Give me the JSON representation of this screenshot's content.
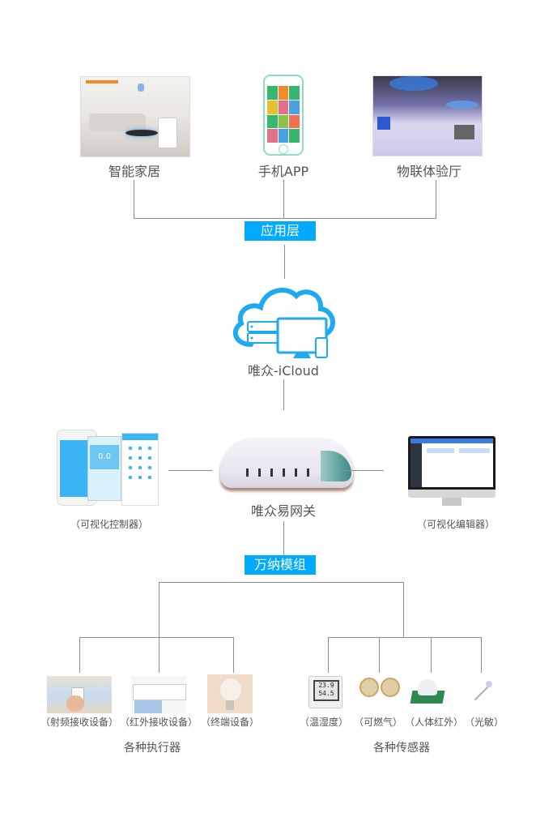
{
  "colors": {
    "accent": "#00aaff",
    "line": "#8c8c8c",
    "text": "#555555"
  },
  "top_layer": {
    "items": [
      {
        "label": "智能家居",
        "icon": "smart-home-photo"
      },
      {
        "label": "手机APP",
        "icon": "phone-app-photo"
      },
      {
        "label": "物联体验厅",
        "icon": "iot-showroom-photo"
      }
    ],
    "tag": "应用层"
  },
  "cloud": {
    "label": "唯众-iCloud",
    "icon": "cloud-icon"
  },
  "gateway_level": {
    "left": {
      "label": "（可视化控制器）",
      "icon": "visual-controller-phones"
    },
    "center": {
      "label": "唯众易网关",
      "icon": "gateway-device"
    },
    "right": {
      "label": "（可视化编辑器）",
      "icon": "visual-editor-monitor"
    },
    "controller_reading": "0.0"
  },
  "module": {
    "tag": "万纳模组"
  },
  "actuators": {
    "group_label": "各种执行器",
    "items": [
      {
        "label": "（射频接收设备）",
        "icon": "rf-remote-photo"
      },
      {
        "label": "（红外接收设备）",
        "icon": "air-conditioner-photo"
      },
      {
        "label": "（终端设备）",
        "icon": "light-bulb-photo"
      }
    ]
  },
  "sensors": {
    "group_label": "各种传感器",
    "items": [
      {
        "label": "（温湿度）",
        "icon": "thermo-hygrometer-photo"
      },
      {
        "label": "（可燃气）",
        "icon": "gas-sensor-photo"
      },
      {
        "label": "（人体红外）",
        "icon": "pir-sensor-photo"
      },
      {
        "label": "（光敏）",
        "icon": "photoresistor-photo"
      }
    ],
    "thermo_display": [
      "23.9",
      "54.5"
    ]
  }
}
